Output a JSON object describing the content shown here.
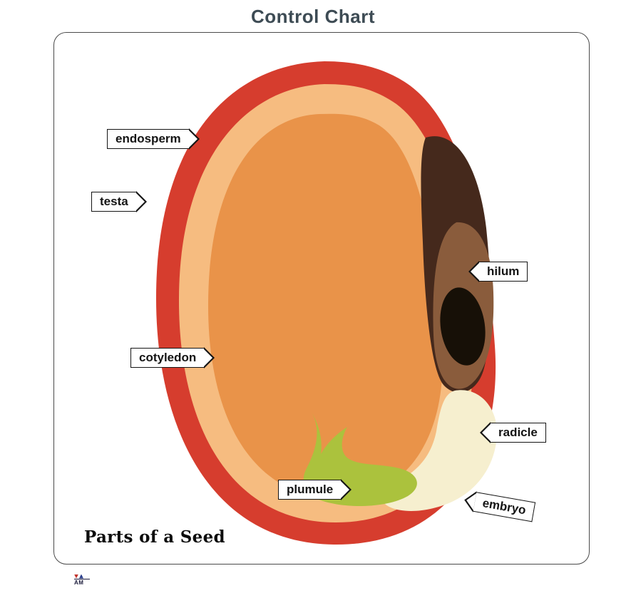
{
  "title": "Control Chart",
  "caption": "Parts of a Seed",
  "logo": {
    "text": "AM"
  },
  "labels": {
    "endosperm": "endosperm",
    "testa": "testa",
    "hilum": "hilum",
    "cotyledon": "cotyledon",
    "radicle": "radicle",
    "plumule": "plumule",
    "embryo": "embryo"
  },
  "colors": {
    "testa": "#d63d2e",
    "endosperm": "#f6bc80",
    "cotyledon": "#e99349",
    "seed_coat_dark": "#45291c",
    "hilum_ring": "#8a5c3c",
    "hilum": "#171007",
    "embryo": "#f6efcf",
    "plumule": "#abc23d",
    "title": "#3d4b54"
  }
}
